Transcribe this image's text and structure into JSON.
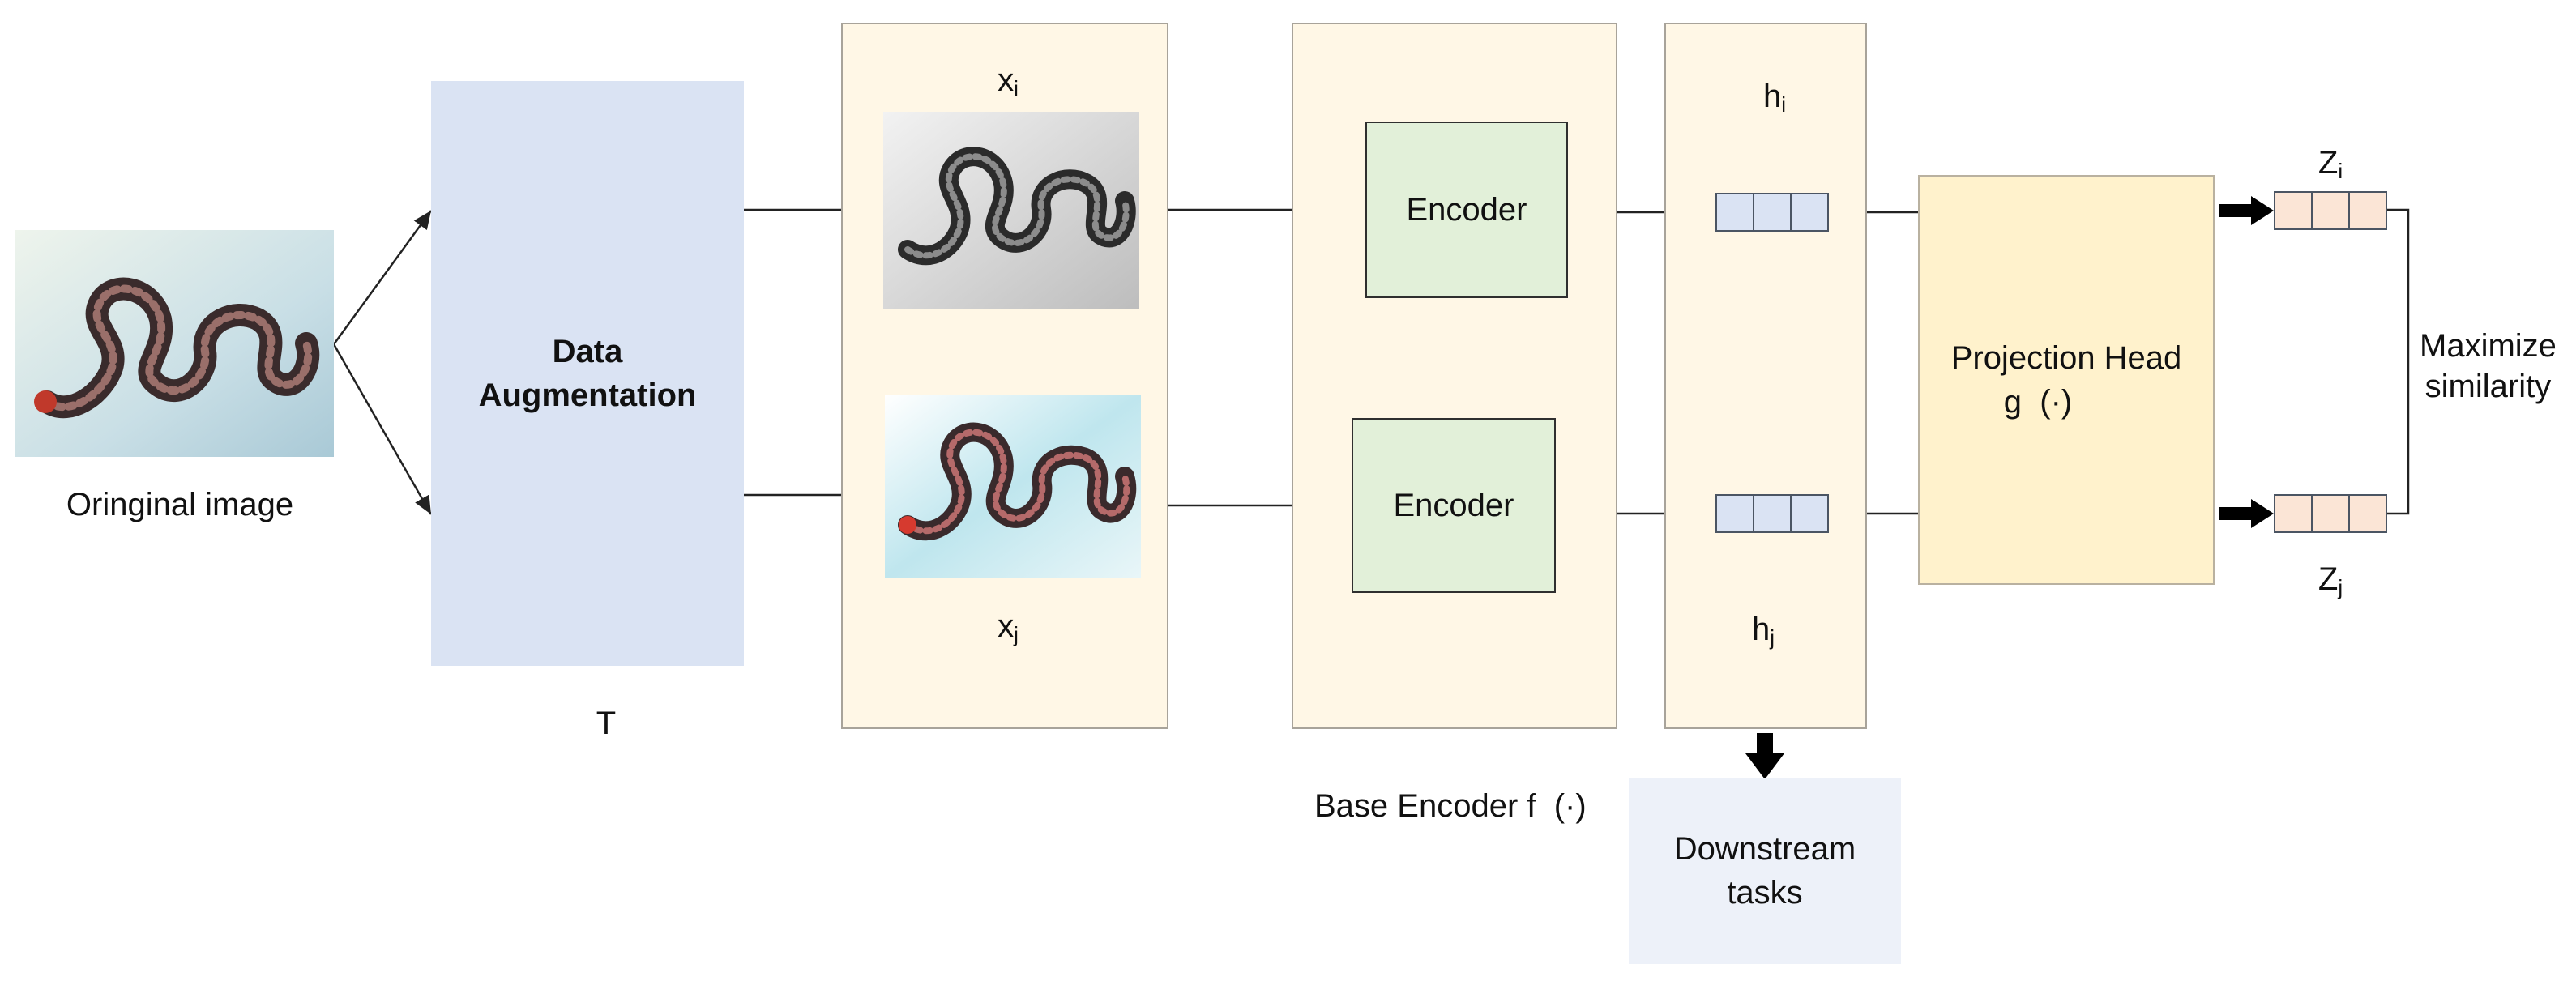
{
  "original_image": {
    "caption": "Oringinal image",
    "image": "snake-photo"
  },
  "augmentation": {
    "line1": "Data",
    "line2": "Augmentation",
    "symbol": "T"
  },
  "views": {
    "xi": {
      "base": "x",
      "sub": "i",
      "image": "snake-grayscale"
    },
    "xj": {
      "base": "x",
      "sub": "j",
      "image": "snake-color-jitter"
    }
  },
  "encoders": {
    "top_label": "Encoder",
    "bottom_label": "Encoder",
    "group_label": "Base Encoder f  (·)"
  },
  "representations": {
    "hi": {
      "base": "h",
      "sub": "i"
    },
    "hj": {
      "base": "h",
      "sub": "j"
    }
  },
  "downstream": {
    "line1": "Downstream",
    "line2": "tasks"
  },
  "projection": {
    "line1": "Projection Head",
    "line2": "g  (·)"
  },
  "embeddings": {
    "zi": {
      "base": "Z",
      "sub": "i"
    },
    "zj": {
      "base": "Z",
      "sub": "j"
    }
  },
  "objective": {
    "line1": "Maximize",
    "line2": "similarity"
  },
  "colors": {
    "augmentation_fill": "#dae3f3",
    "panel_fill": "#fff7e6",
    "encoder_fill": "#e2f0d9",
    "projection_fill": "#fff2cc",
    "downstream_fill": "#edf1f9",
    "h_vector_fill": "#dae3f3",
    "z_vector_fill": "#fbe5d6"
  }
}
